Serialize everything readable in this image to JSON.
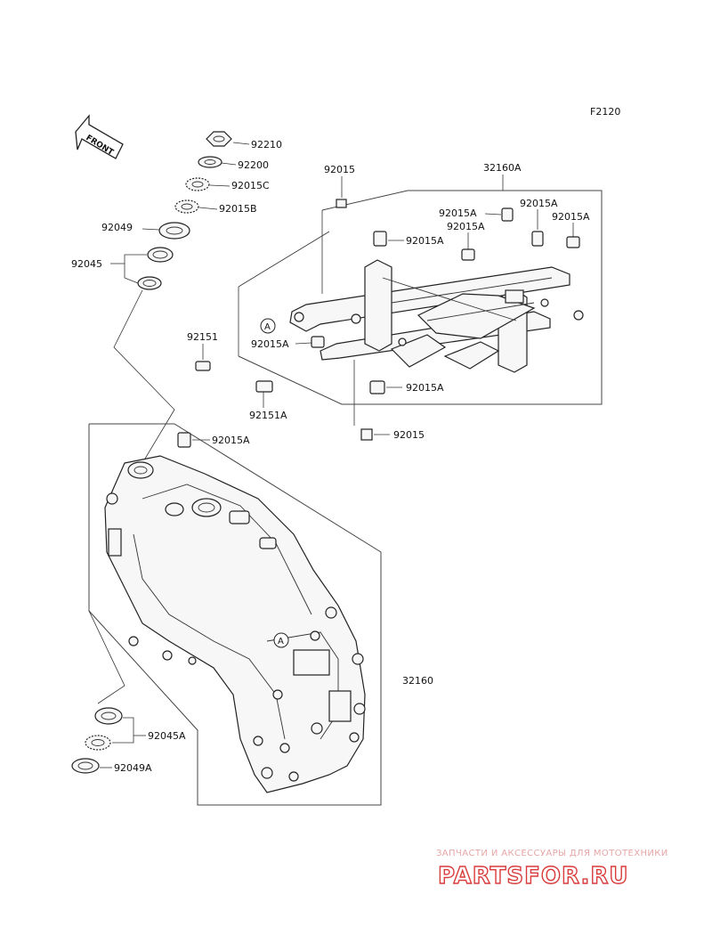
{
  "diagram": {
    "code": "F2120",
    "front_arrow_text": "FRONT",
    "ref_marker": "A",
    "parts": {
      "p92210": "92210",
      "p92200": "92200",
      "p92015C": "92015C",
      "p92015B": "92015B",
      "p92049": "92049",
      "p92045": "92045",
      "p92015_top": "92015",
      "p32160A": "32160A",
      "p92015A_1": "92015A",
      "p92015A_2": "92015A",
      "p92015A_3": "92015A",
      "p92015A_4": "92015A",
      "p92015A_5": "92015A",
      "p92151": "92151",
      "p92015A_6": "92015A",
      "p92015A_7": "92015A",
      "p92151A": "92151A",
      "p92015_bottom": "92015",
      "p92015A_8": "92015A",
      "p32160": "32160",
      "p92045A": "92045A",
      "p92049A": "92049A"
    }
  },
  "watermark": {
    "caption": "ЗАПЧАСТИ И АКСЕССУАРЫ ДЛЯ МОТОТЕХНИКИ",
    "brand": "PARTSFOR.RU"
  }
}
